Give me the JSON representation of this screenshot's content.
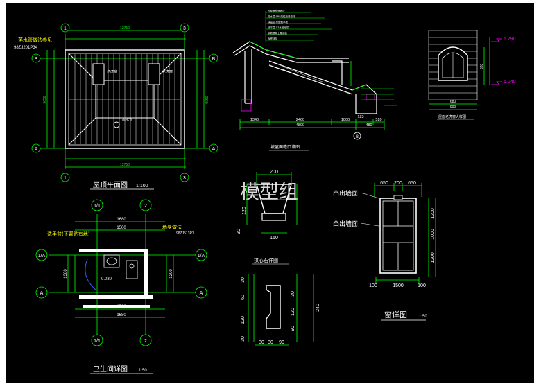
{
  "colors": {
    "background": "#000000",
    "wall": "#ffffff",
    "dimension": "#00ff00",
    "grid_bubble": "#00ff00",
    "label_yellow": "#ffff00",
    "label_red": "#ff3030",
    "detail_cyan": "#00ffff",
    "level_magenta": "#ff00ff",
    "watermark": "#d8d8d8"
  },
  "watermark": "模型组",
  "roof_plan": {
    "title": "屋顶平面图",
    "scale": "1:100",
    "note": "落水管做法参见",
    "note_ref": "98ZJ201P34",
    "axis_top": [
      "1",
      "3"
    ],
    "axis_bottom": [
      "1",
      "3"
    ],
    "axis_left": [
      "B",
      "A"
    ],
    "axis_right": [
      "B",
      "A"
    ],
    "dims_top": [
      "12750"
    ],
    "dims_bottom": [
      "12750"
    ],
    "dims_left": [
      "9050"
    ],
    "dims_right": [
      "9050"
    ]
  },
  "roof_section": {
    "title": "坡屋面檐口详图",
    "axis": "B",
    "dims": [
      "1340",
      "4800",
      "2460",
      "1000",
      "480"
    ],
    "small_dims": [
      "123",
      "520"
    ]
  },
  "dormer": {
    "title": "屋面老虎窗大样图",
    "levels": [
      "6.790",
      "6.040"
    ],
    "dims": [
      "680",
      "820",
      "900"
    ]
  },
  "bathroom": {
    "title": "卫生间详图",
    "scale": "1:50",
    "label_sink": "洗手盆(下置贴有地)",
    "label_wall": "墙身做法",
    "wall_ref": "98ZJ513P1",
    "level": "-0.030",
    "axis_top": [
      "1/1",
      "2"
    ],
    "axis_bottom": [
      "1/1",
      "2"
    ],
    "axis_left": [
      "1/A",
      "A"
    ],
    "axis_right": [
      "1/A",
      "A"
    ],
    "dims_h": [
      "1680",
      "1500",
      "1680",
      "1500"
    ],
    "dims_v": [
      "1380",
      "1200"
    ]
  },
  "keystone": {
    "title": "拱心石详图",
    "dims": [
      "200",
      "120",
      "160",
      "30"
    ]
  },
  "molding": {
    "dims_left": [
      "30",
      "60",
      "120",
      "30"
    ],
    "dims_right": [
      "30",
      "120",
      "240",
      "90"
    ],
    "dims_bottom": [
      "30",
      "30",
      "90"
    ]
  },
  "window": {
    "title": "窗详图",
    "scale": "1:50",
    "label_1": "凸出墙面",
    "label_2": "凸出墙面",
    "dims_top": [
      "650",
      "200",
      "650"
    ],
    "dims_right": [
      "1200",
      "1000",
      "1200"
    ],
    "dims_bottom": [
      "100",
      "1500",
      "100"
    ]
  }
}
